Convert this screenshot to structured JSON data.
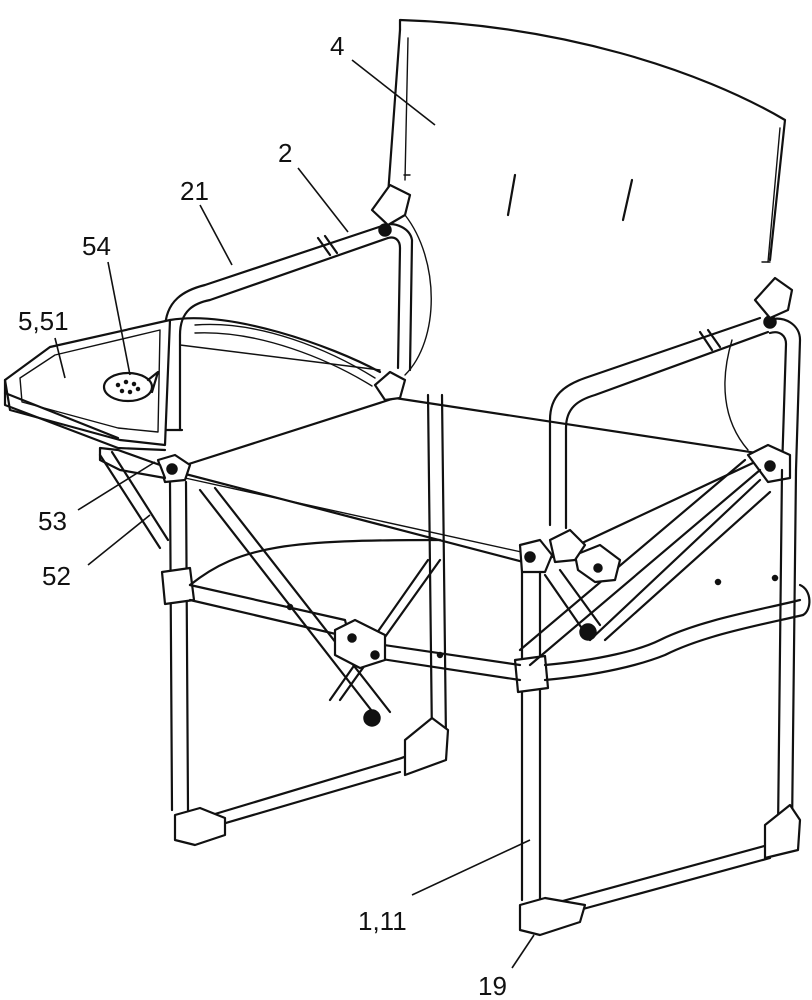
{
  "labels": {
    "backrest": "4",
    "armrest": "2",
    "armrest_pad": "21",
    "cup_holder": "54",
    "side_table": "5,51",
    "table_hinge": "53",
    "table_brace": "52",
    "frame": "1,11",
    "foot": "19"
  }
}
